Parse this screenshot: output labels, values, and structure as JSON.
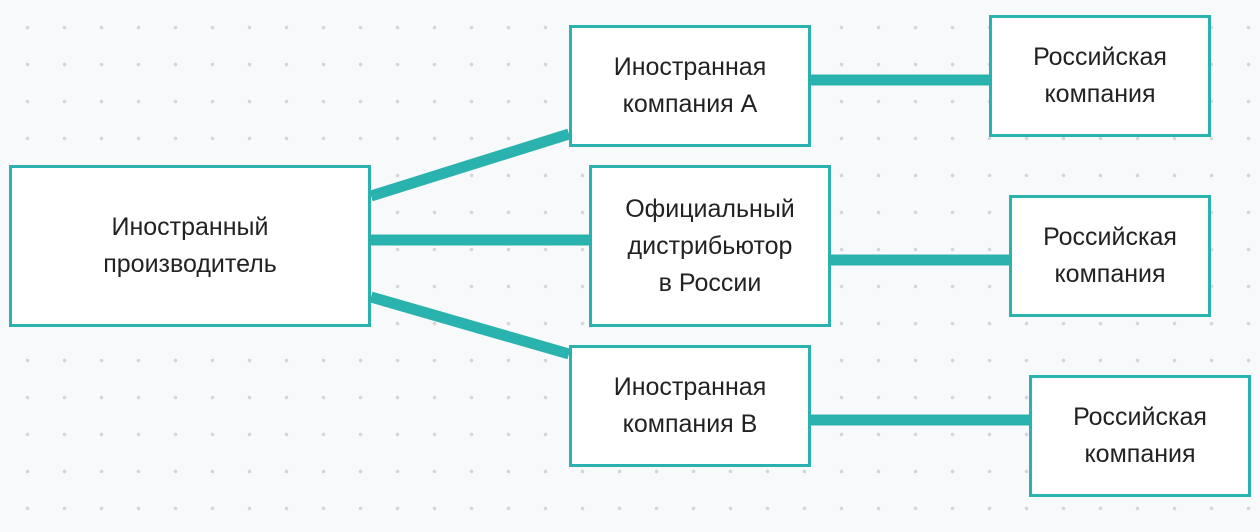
{
  "colors": {
    "connector": "#2ab3ae",
    "border": "#2ab3ae",
    "text": "#222222"
  },
  "nodes": {
    "manufacturer": {
      "label": "Иностранный\nпроизводитель"
    },
    "company_a": {
      "label": "Иностранная\nкомпания А"
    },
    "distributor": {
      "label": "Официальный\nдистрибьютор\nв России"
    },
    "company_b": {
      "label": "Иностранная\nкомпания В"
    },
    "russian_1": {
      "label": "Российская\nкомпания"
    },
    "russian_2": {
      "label": "Российская\nкомпания"
    },
    "russian_3": {
      "label": "Российская\nкомпания"
    }
  },
  "edges": [
    {
      "from": "manufacturer",
      "to": "company_a"
    },
    {
      "from": "manufacturer",
      "to": "distributor"
    },
    {
      "from": "manufacturer",
      "to": "company_b"
    },
    {
      "from": "company_a",
      "to": "russian_1"
    },
    {
      "from": "distributor",
      "to": "russian_2"
    },
    {
      "from": "company_b",
      "to": "russian_3"
    }
  ]
}
